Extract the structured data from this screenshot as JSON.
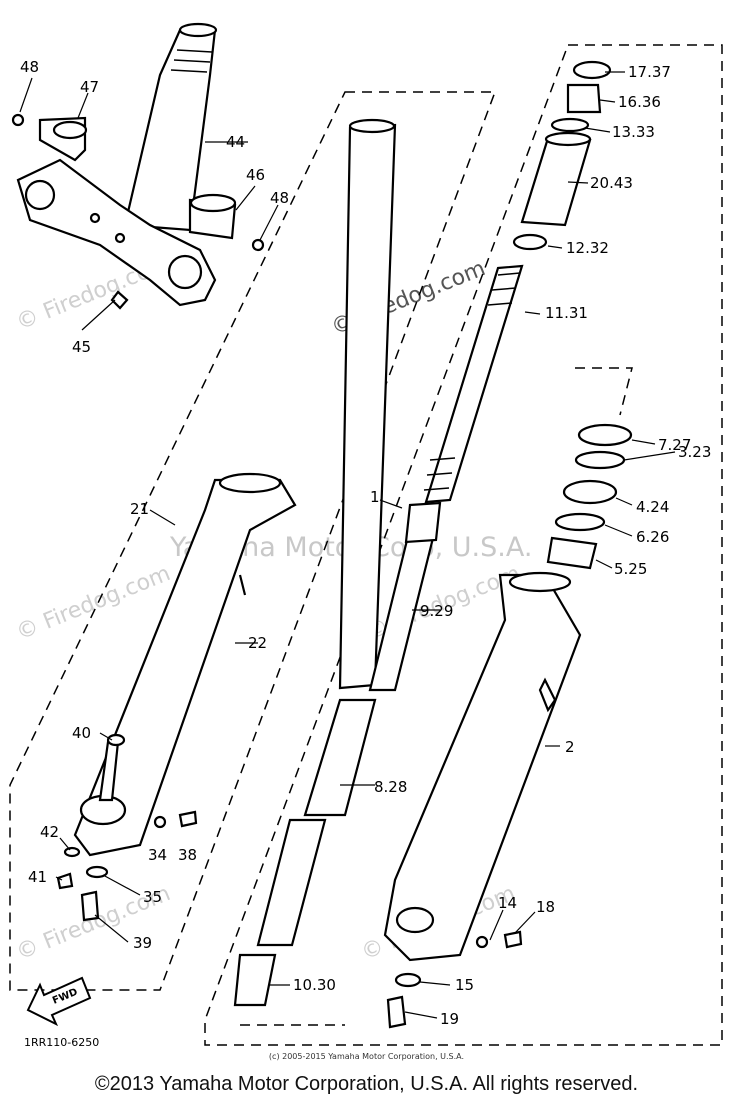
{
  "diagram": {
    "labels": [
      {
        "id": "48a",
        "text": "48"
      },
      {
        "id": "47",
        "text": "47"
      },
      {
        "id": "44",
        "text": "44"
      },
      {
        "id": "46",
        "text": "46"
      },
      {
        "id": "48b",
        "text": "48"
      },
      {
        "id": "45",
        "text": "45"
      },
      {
        "id": "21",
        "text": "21"
      },
      {
        "id": "22",
        "text": "22"
      },
      {
        "id": "40",
        "text": "40"
      },
      {
        "id": "42",
        "text": "42"
      },
      {
        "id": "34",
        "text": "34"
      },
      {
        "id": "38",
        "text": "38"
      },
      {
        "id": "41",
        "text": "41"
      },
      {
        "id": "35",
        "text": "35"
      },
      {
        "id": "39",
        "text": "39"
      },
      {
        "id": "1",
        "text": "1"
      },
      {
        "id": "9_29",
        "text": "9.29"
      },
      {
        "id": "8_28",
        "text": "8.28"
      },
      {
        "id": "10_30",
        "text": "10.30"
      },
      {
        "id": "17_37",
        "text": "17.37"
      },
      {
        "id": "16_36",
        "text": "16.36"
      },
      {
        "id": "13_33",
        "text": "13.33"
      },
      {
        "id": "20_43",
        "text": "20.43"
      },
      {
        "id": "12_32",
        "text": "12.32"
      },
      {
        "id": "11_31",
        "text": "11.31"
      },
      {
        "id": "7_27",
        "text": "7.27"
      },
      {
        "id": "3_23",
        "text": "3.23"
      },
      {
        "id": "4_24",
        "text": "4.24"
      },
      {
        "id": "6_26",
        "text": "6.26"
      },
      {
        "id": "5_25",
        "text": "5.25"
      },
      {
        "id": "2",
        "text": "2"
      },
      {
        "id": "14",
        "text": "14"
      },
      {
        "id": "18",
        "text": "18"
      },
      {
        "id": "15",
        "text": "15"
      },
      {
        "id": "19",
        "text": "19"
      }
    ],
    "fwd_label": "FWD",
    "part_code": "1RR110-6250"
  },
  "watermarks": {
    "firedog": "© Firedog.com",
    "yamaha": "Yamaha Motor Corp, U.S.A."
  },
  "footer": {
    "small_copyright": "(c) 2005-2015 Yamaha Motor Corporation, U.S.A.",
    "main_copyright": "©2013 Yamaha Motor Corporation, U.S.A. All rights reserved."
  }
}
